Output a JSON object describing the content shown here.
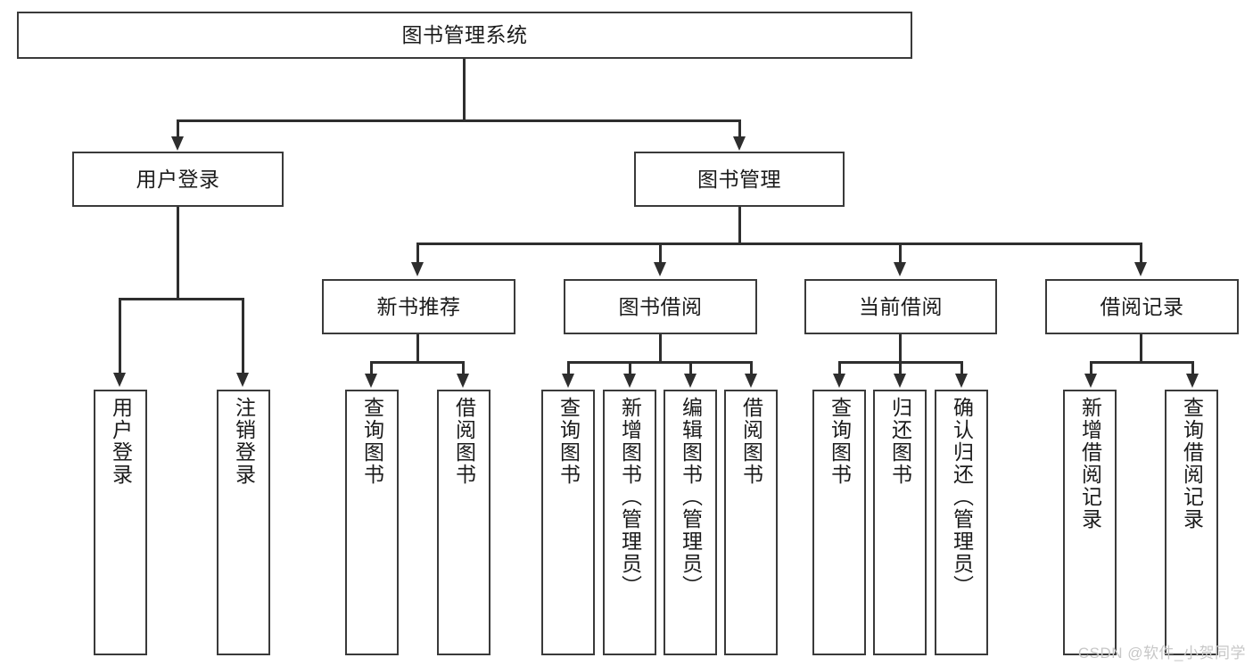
{
  "diagram": {
    "type": "tree",
    "title": "图书管理系统",
    "orientation": "top-down",
    "colors": {
      "box_border": "#3a3a3a",
      "connector": "#2e2e2e",
      "background": "#ffffff",
      "text": "#1b1b1b",
      "watermark": "#c7c7c7"
    },
    "root": {
      "label": "图书管理系统"
    },
    "level2": [
      {
        "label": "用户登录"
      },
      {
        "label": "图书管理"
      }
    ],
    "level3": [
      {
        "label": "新书推荐"
      },
      {
        "label": "图书借阅"
      },
      {
        "label": "当前借阅"
      },
      {
        "label": "借阅记录"
      }
    ],
    "leaves": {
      "user_login": [
        {
          "label": "用户登录"
        },
        {
          "label": "注销登录"
        }
      ],
      "new_book_recommend": [
        {
          "label": "查询图书"
        },
        {
          "label": "借阅图书"
        }
      ],
      "book_borrow": [
        {
          "label": "查询图书"
        },
        {
          "label": "新增图书（管理员）"
        },
        {
          "label": "编辑图书（管理员）"
        },
        {
          "label": "借阅图书"
        }
      ],
      "current_borrow": [
        {
          "label": "查询图书"
        },
        {
          "label": "归还图书"
        },
        {
          "label": "确认归还（管理员）"
        }
      ],
      "borrow_record": [
        {
          "label": "新增借阅记录"
        },
        {
          "label": "查询借阅记录"
        }
      ]
    }
  },
  "watermark": {
    "text": "CSDN @软件_小贺同学"
  }
}
